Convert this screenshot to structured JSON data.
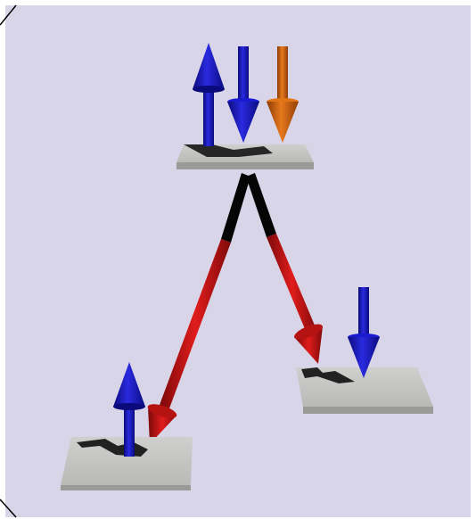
{
  "colors": {
    "background": "#d9d5e8",
    "frame": "#ffffff",
    "corner_line": "#000000",
    "plate_top": "#c2c2c0",
    "plate_side": "#9a9a98",
    "shadow": "#111111",
    "spin_up": "#1414c8",
    "spin_down": "#1418b4",
    "spin_down_orange": "#d96a12",
    "transition_red": "#c81414",
    "transition_black": "#050505"
  },
  "levels": [
    {
      "id": "top-level",
      "spins": [
        "up",
        "down",
        "down-orange"
      ]
    },
    {
      "id": "bottom-left-level",
      "spins": [
        "up"
      ]
    },
    {
      "id": "bottom-right-level",
      "spins": [
        "down"
      ]
    }
  ],
  "transitions": [
    {
      "id": "transition-left",
      "from": "top-level",
      "to": "bottom-left-level"
    },
    {
      "id": "transition-right",
      "from": "top-level",
      "to": "bottom-right-level"
    }
  ]
}
